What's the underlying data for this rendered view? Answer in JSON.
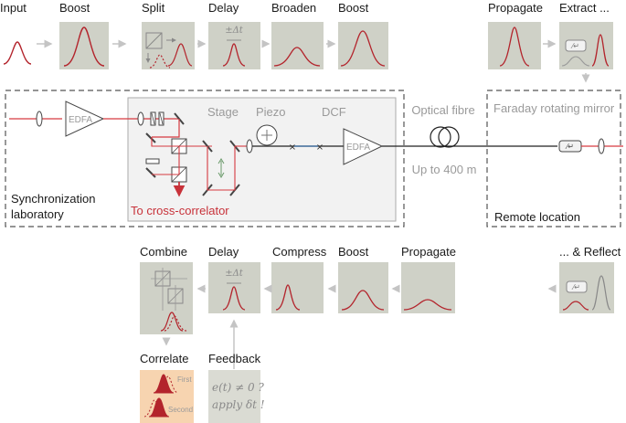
{
  "colors": {
    "pulse": "#b3242c",
    "box_bg": "#cfd1c7",
    "box_bg_light": "#dadbd3",
    "correlate_bg": "#f7d4b0",
    "arrow": "#c4c4c4",
    "frame_dash": "#555555",
    "inner_fill": "#f2f2f2",
    "red_beam": "#d63a40"
  },
  "top_row": {
    "input": "Input",
    "boost1": "Boost",
    "split": "Split",
    "delay": "Delay",
    "delay_symbol": "±Δt",
    "broaden": "Broaden",
    "boost2": "Boost",
    "propagate": "Propagate",
    "extract": "Extract ..."
  },
  "middle": {
    "edfa1": "EDFA",
    "stage": "Stage",
    "piezo": "Piezo",
    "dcf": "DCF",
    "edfa2": "EDFA",
    "optical_fibre": "Optical fibre",
    "distance": "Up to 400 m",
    "faraday": "Faraday rotating mirror",
    "sync_lab_line1": "Synchronization",
    "sync_lab_line2": "laboratory",
    "cross_correlator": "To cross-correlator",
    "remote": "Remote location"
  },
  "bottom_row": {
    "combine": "Combine",
    "delay": "Delay",
    "delay_symbol": "±Δt",
    "compress": "Compress",
    "boost": "Boost",
    "propagate": "Propagate",
    "reflect": "... & Reflect",
    "correlate": "Correlate",
    "feedback": "Feedback",
    "first": "First",
    "second": "Second",
    "feedback_line1": "e(t) ≠ 0 ?",
    "feedback_line2": "apply δt !"
  }
}
